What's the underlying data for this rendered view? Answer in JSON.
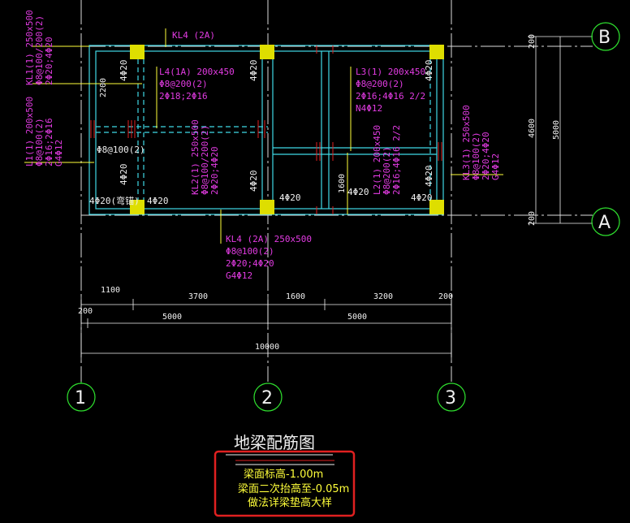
{
  "title": "地梁配筋图",
  "notes": [
    "梁面标高-1.00m",
    "梁面二次抬高至-0.05m",
    "做法详梁垫高大样"
  ],
  "axes": {
    "a1": "1",
    "a2": "2",
    "a3": "3",
    "b": "B",
    "a": "A"
  },
  "beams": {
    "kl4_top_label": "KL4 (2A)",
    "kl4_bottom": [
      "KL4 (2A) 250x500",
      "Φ8@100(2)",
      "2Φ20;4Φ20",
      "G4Φ12"
    ],
    "kl1": [
      "KL1(1) 250x500",
      "Φ8@100/200(2)",
      "2Φ20;4Φ20"
    ],
    "l1": [
      "L1(1) 200x500",
      "Φ8@100(2)",
      "2Φ16;2Φ16",
      "G4Φ12"
    ],
    "l4": [
      "L4(1A) 200x450",
      "Φ8@200(2)",
      "2Φ18;2Φ16"
    ],
    "kl2": [
      "KL2(1) 250x500",
      "Φ8@100/200(2)",
      "2Φ20;4Φ20"
    ],
    "l3": [
      "L3(1) 200x450",
      "Φ8@200(2)",
      "2Φ16;4Φ16 2/2",
      "N4Φ12"
    ],
    "l2": [
      "L2(1) 200x450",
      "Φ8@200(2)",
      "2Φ16;4Φ16 2/2"
    ],
    "kl3": [
      "KL3(1) 250x500",
      "Φ8@100(2)",
      "2Φ20;4Φ20",
      "G4Φ12"
    ]
  },
  "rebar_marks": {
    "m4phi20": "4Φ20",
    "m4phi20_ret": "4Φ20(弯锚)",
    "phi8_100": "Φ8@100(2)"
  },
  "dims": {
    "d2200": "2200",
    "d1600v": "1600",
    "d200": "200",
    "d4600": "4600",
    "d5000": "5000",
    "d1100": "1100",
    "d3700": "3700",
    "d1600": "1600",
    "d3200": "3200",
    "d10000": "10000"
  }
}
